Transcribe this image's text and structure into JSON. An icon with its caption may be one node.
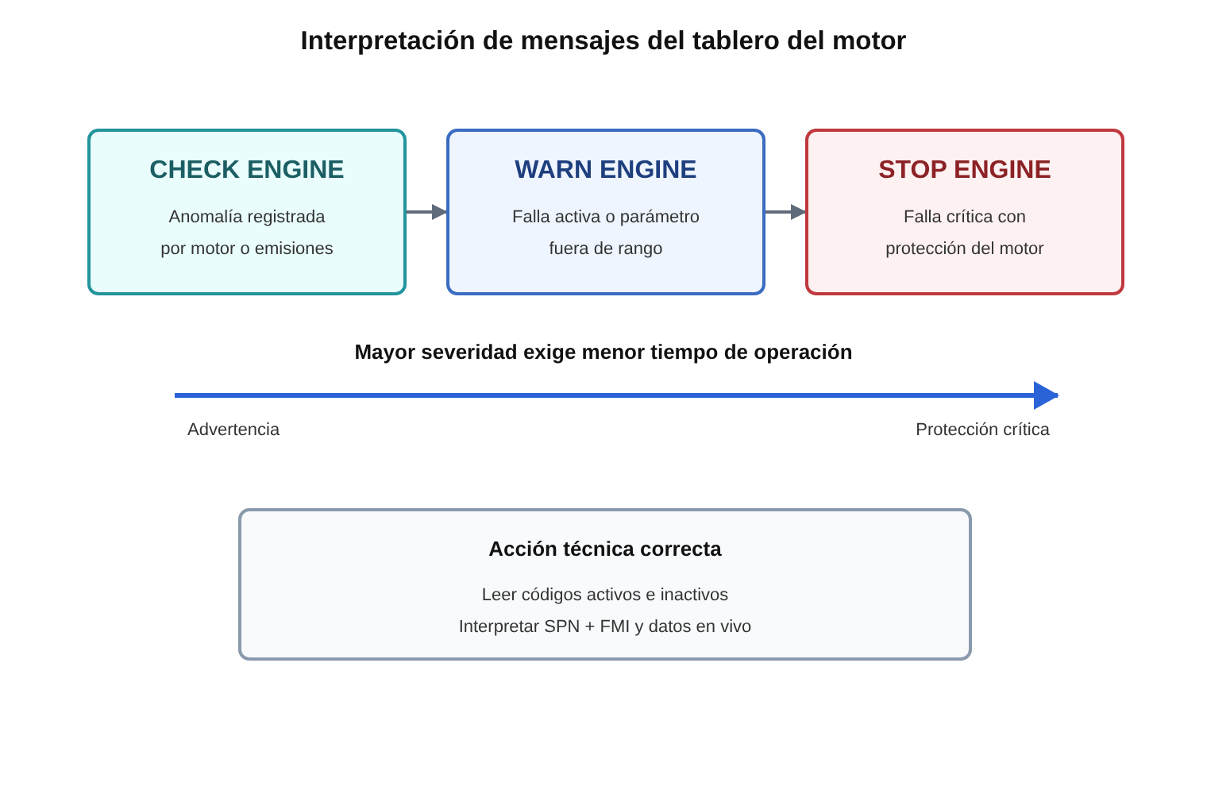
{
  "diagram": {
    "title": "Interpretación de mensajes del tablero del motor",
    "nodes": [
      {
        "text": [
          "CHECK ENGINE",
          "Anomalía registrada por motor o emisiones"
        ]
      },
      {
        "text": [
          "WARN ENGINE",
          "Falla activa o parámetro fuera de rango"
        ]
      },
      {
        "text": [
          "STOP ENGINE",
          "Falla crítica con protección del motor"
        ]
      },
      {
        "text": [
          "Acción técnica correcta",
          "Leer códigos activos e inactivos",
          "Interpretar SPN + FMI y datos en vivo"
        ]
      }
    ],
    "edges": [
      {
        "from": 0,
        "to": 1,
        "arrow": "to"
      },
      {
        "from": 1,
        "to": 2,
        "arrow": "to"
      }
    ],
    "labels": [
      "Mayor severidad exige menor tiempo de operación",
      "Advertencia",
      "Protección crítica"
    ]
  }
}
